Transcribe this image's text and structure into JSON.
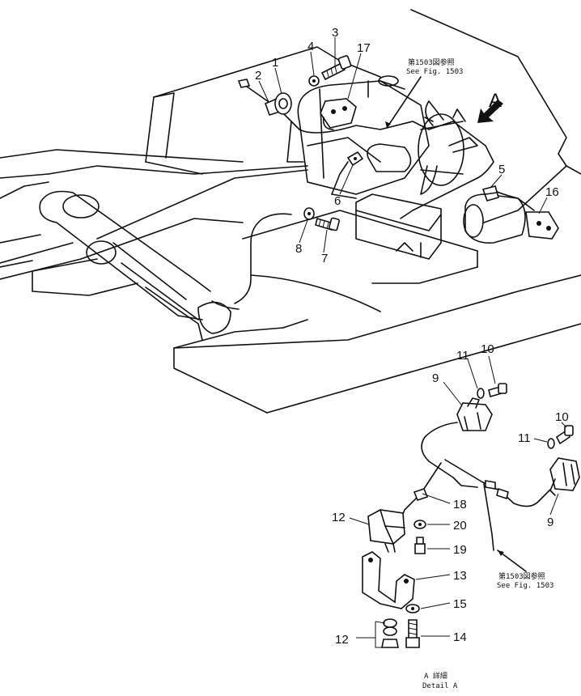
{
  "arrow_view_label": "A",
  "references": {
    "top": {
      "jp": "第1503図参照",
      "en": "See Fig. 1503"
    },
    "bottom": {
      "jp": "第1503図参照",
      "en": "See Fig. 1503"
    }
  },
  "detail_caption": {
    "jp": "A 詳細",
    "en": "Detail A"
  },
  "callouts": {
    "upper": [
      "1",
      "2",
      "3",
      "4",
      "17",
      "5",
      "16",
      "6",
      "8",
      "7"
    ],
    "detail": [
      "11",
      "10",
      "9",
      "10",
      "11",
      "9",
      "18",
      "12",
      "20",
      "19",
      "13",
      "15",
      "12",
      "14"
    ]
  }
}
